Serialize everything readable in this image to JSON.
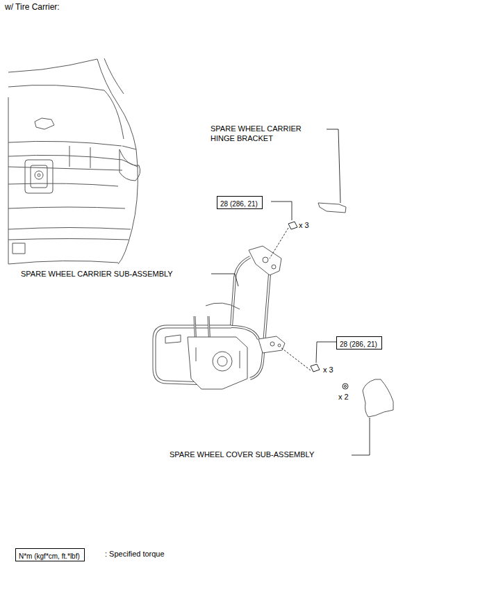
{
  "diagram": {
    "title": "w/ Tire Carrier:",
    "nodes": [
      {
        "text": [
          "28 (286, 21)"
        ]
      },
      {
        "text": [
          "28 (286, 21)"
        ]
      },
      {
        "text": [
          "N*m (kgf*cm, ft.*lbf)"
        ]
      }
    ],
    "edges": [],
    "labels": [
      "SPARE WHEEL CARRIER HINGE BRACKET",
      "x 3",
      "SPARE WHEEL CARRIER SUB-ASSEMBLY",
      "x 3",
      "x 2",
      "SPARE WHEEL COVER SUB-ASSEMBLY",
      ": Specified torque"
    ]
  }
}
